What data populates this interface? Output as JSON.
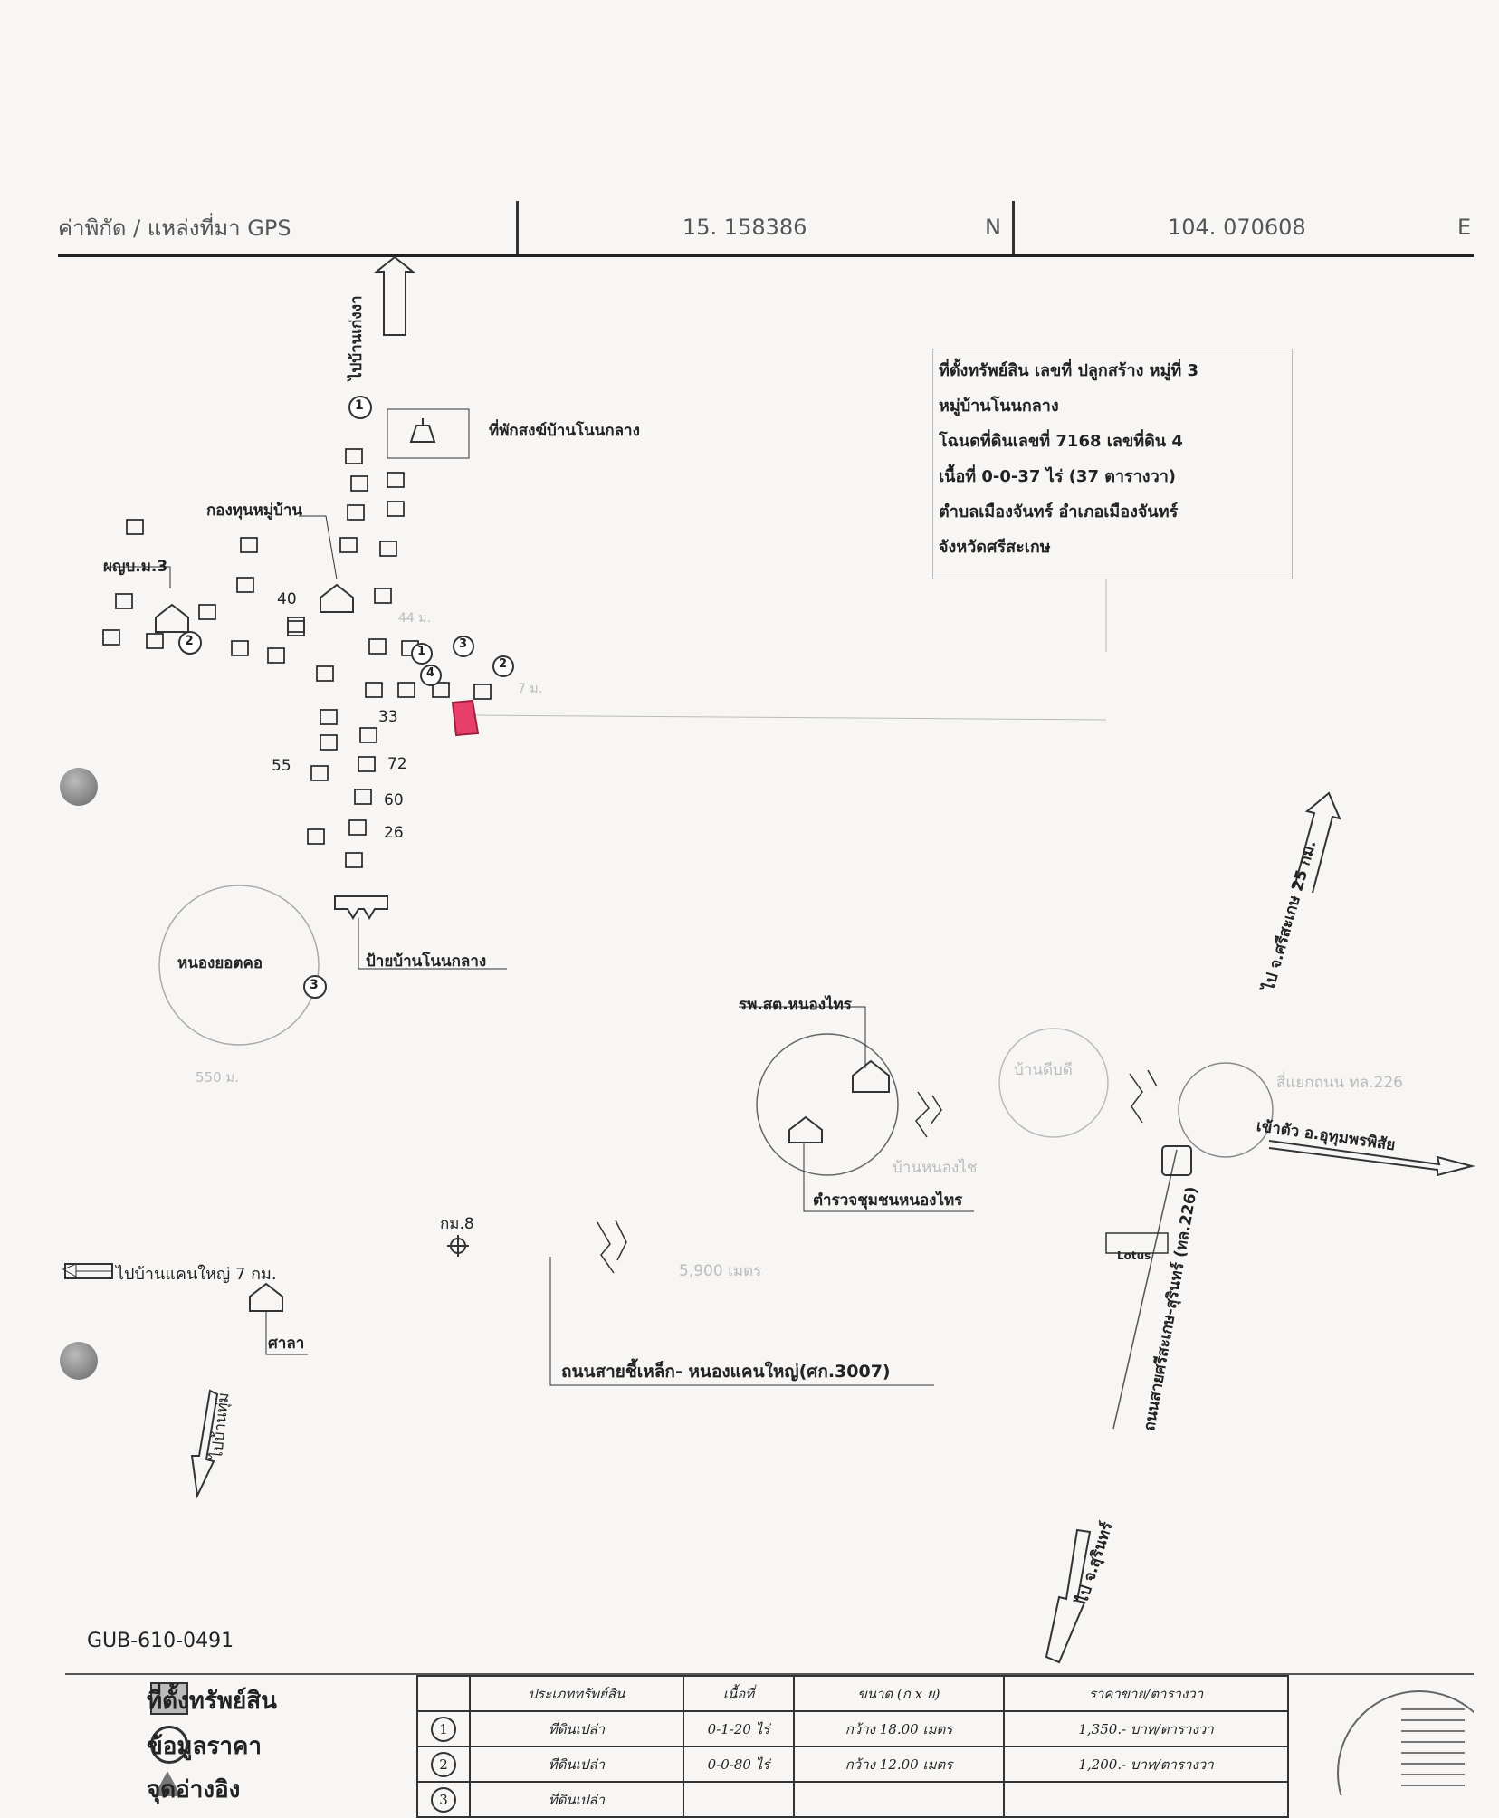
{
  "gps": {
    "label": "ค่าพิกัด / แหล่งที่มา GPS",
    "lat": "15. 158386",
    "lat_dir": "N",
    "lon": "104. 070608",
    "lon_dir": "E"
  },
  "info": {
    "line1": "ที่ตั้งทรัพย์สิน เลขที่ ปลูกสร้าง  หมู่ที่ 3",
    "line2": "หมู่บ้านโนนกลาง",
    "line3": "โฉนดที่ดินเลขที่   7168   เลขที่ดิน 4",
    "line4": "เนื้อที่  0-0-37 ไร่  (37 ตารางวา)",
    "line5": "ตำบลเมืองจันทร์  อำเภอเมืองจันทร์",
    "line6": "จังหวัดศรีสะเกษ"
  },
  "map": {
    "to_north": "ไปบ้านเก่งงา",
    "monk_house": "ที่พักสงฆ์บ้านโนนกลาง",
    "village_fund": "กองทุนหมู่บ้าน",
    "headman": "ผญบ.ม.3",
    "pond": "หนองยอตคอ",
    "village_sign": "ป้ายบ้านโนนกลาง",
    "health_center": "รพ.สต.หนองไทร",
    "police": "ตำรวจชุมชนหนองไทร",
    "ban_nong_sai": "บ้านหนองไช",
    "ban_mai": "บ้านดีบดี",
    "intersection": "สี่แยกถนน ทล.226",
    "to_uthumphon": "เข้าตัว อ.อุทุมพรพิสัย",
    "to_sisaket": "ไป จ.ศรีสะเกษ 25 กม.",
    "to_surin": "ไป จ.สุรินทร์",
    "road_226": "ถนนสายศรีสะเกษ-สุรินทร์ (ทล.226)",
    "road_3007": "ถนนสายชี้เหล็ก- หนองแคนใหญ่(ศก.3007)",
    "km8": "กม.8",
    "to_west": "ไปบ้านแคนใหญ่ 7 กม.",
    "sala": "ศาลา",
    "to_south": "ไปบ้านทุ่ม",
    "lotus": "Lotus",
    "dist_5900": "5,900 เมตร",
    "dist_550": "550 ม.",
    "dist_44": "44 ม.",
    "dist_7": "7 ม.",
    "house_numbers": [
      "40",
      "33",
      "55",
      "72",
      "60",
      "26"
    ],
    "price_points": [
      "1",
      "2",
      "3",
      "4"
    ]
  },
  "doc_id": "GUB-610-0491",
  "legend": {
    "property": "ที่ตั้งทรัพย์สิน",
    "price_data": "ข้อมูลราคา",
    "third": "จุดอ่างอิง"
  },
  "price_table": {
    "headers": [
      "ประเภททรัพย์สิน",
      "เนื้อที่",
      "ขนาด (ก x ย)",
      "ราคาขาย/ตารางวา"
    ],
    "rows": [
      {
        "no": "1",
        "type": "ที่ดินเปล่า",
        "area": "0-1-20 ไร่",
        "size": "กว้าง 18.00 เมตร",
        "price": "1,350.- บาท/ตารางวา"
      },
      {
        "no": "2",
        "type": "ที่ดินเปล่า",
        "area": "0-0-80 ไร่",
        "size": "กว้าง 12.00 เมตร",
        "price": "1,200.- บาท/ตารางวา"
      },
      {
        "no": "3",
        "type": "ที่ดินเปล่า",
        "area": "",
        "size": "",
        "price": ""
      }
    ]
  },
  "colors": {
    "property_marker": "#e8406a",
    "ink": "#222222"
  }
}
